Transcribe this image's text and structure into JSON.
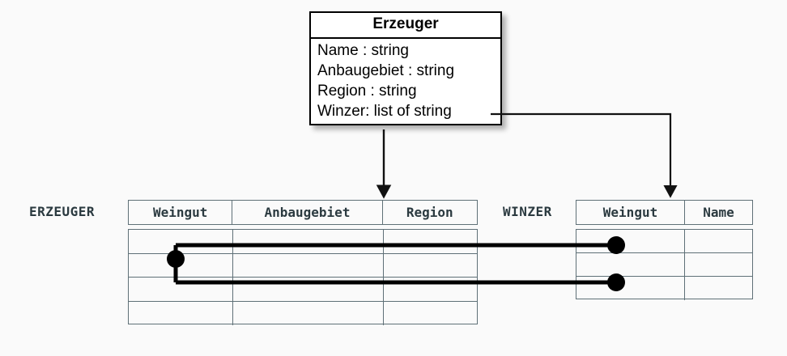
{
  "diagram": {
    "title_label": "Erzeuger",
    "background_color": "#fafafa",
    "accent_line_color": "#000000",
    "grid_border_color": "#5f7077",
    "highlight_color": "#dcdfe3"
  },
  "uml_class": {
    "name": "Erzeuger",
    "attributes": [
      {
        "text": "Name : string"
      },
      {
        "text": "Anbaugebiet : string"
      },
      {
        "text": "Region : string"
      },
      {
        "text": "Winzer: list of string"
      }
    ]
  },
  "tables": [
    {
      "id": "erzeuger",
      "label": "ERZEUGER",
      "columns": [
        "Weingut",
        "Anbaugebiet",
        "Region"
      ],
      "body_row_count": 4,
      "highlighted_rows": [
        2
      ]
    },
    {
      "id": "winzer",
      "label": "WINZER",
      "columns": [
        "Weingut",
        "Name"
      ],
      "body_row_count": 3,
      "highlighted_rows": [
        1,
        3
      ]
    }
  ],
  "connectors": {
    "class_to_erzeuger": "arrow-down",
    "class_to_winzer": "arrow-down",
    "erzeuger_row_to_winzer_rows": "one-to-many-link"
  }
}
